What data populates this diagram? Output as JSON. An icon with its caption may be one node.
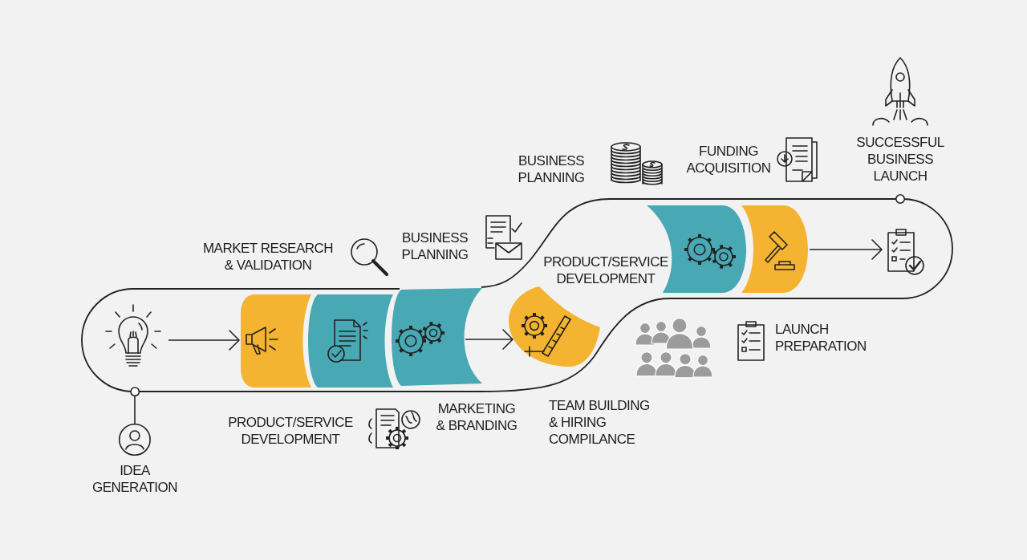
{
  "diagram": {
    "nodes": [
      {
        "text": [],
        "shape": "picture"
      },
      {
        "text": [],
        "shape": "band"
      },
      {
        "text": [],
        "shape": "band"
      },
      {
        "text": [],
        "shape": "band"
      },
      {
        "text": [],
        "shape": "band"
      },
      {
        "text": [],
        "shape": "band"
      },
      {
        "text": [],
        "shape": "band"
      },
      {
        "text": [],
        "shape": "picture"
      },
      {
        "text": [
          "IDEA GENERATION"
        ]
      },
      {
        "text": [],
        "shape": "circle"
      }
    ],
    "edges": [
      {
        "from": 0,
        "to": 1,
        "arrow": "to"
      },
      {
        "from": 3,
        "to": 4,
        "arrow": "to"
      },
      {
        "from": 6,
        "to": 7,
        "arrow": "to"
      },
      {
        "from": 8,
        "to": 9,
        "arrow": "none"
      }
    ],
    "labels": [
      "BUSINESS PLANNING",
      "FUNDING ACQUISITION",
      "SUCCESSFUL BUSINESS LAUNCH",
      "MARKET RESEARCH & VALIDATION",
      "BUSINESS PLANNING",
      "PRODUCT/SERVICE DEVELOPMENT",
      "LAUNCH PREPARATION",
      "PRODUCT/SERVICE DEVELOPMENT",
      "MARKETING & BRANDING",
      "TEAM BUILDING & HIRING COMPILANCE"
    ]
  }
}
